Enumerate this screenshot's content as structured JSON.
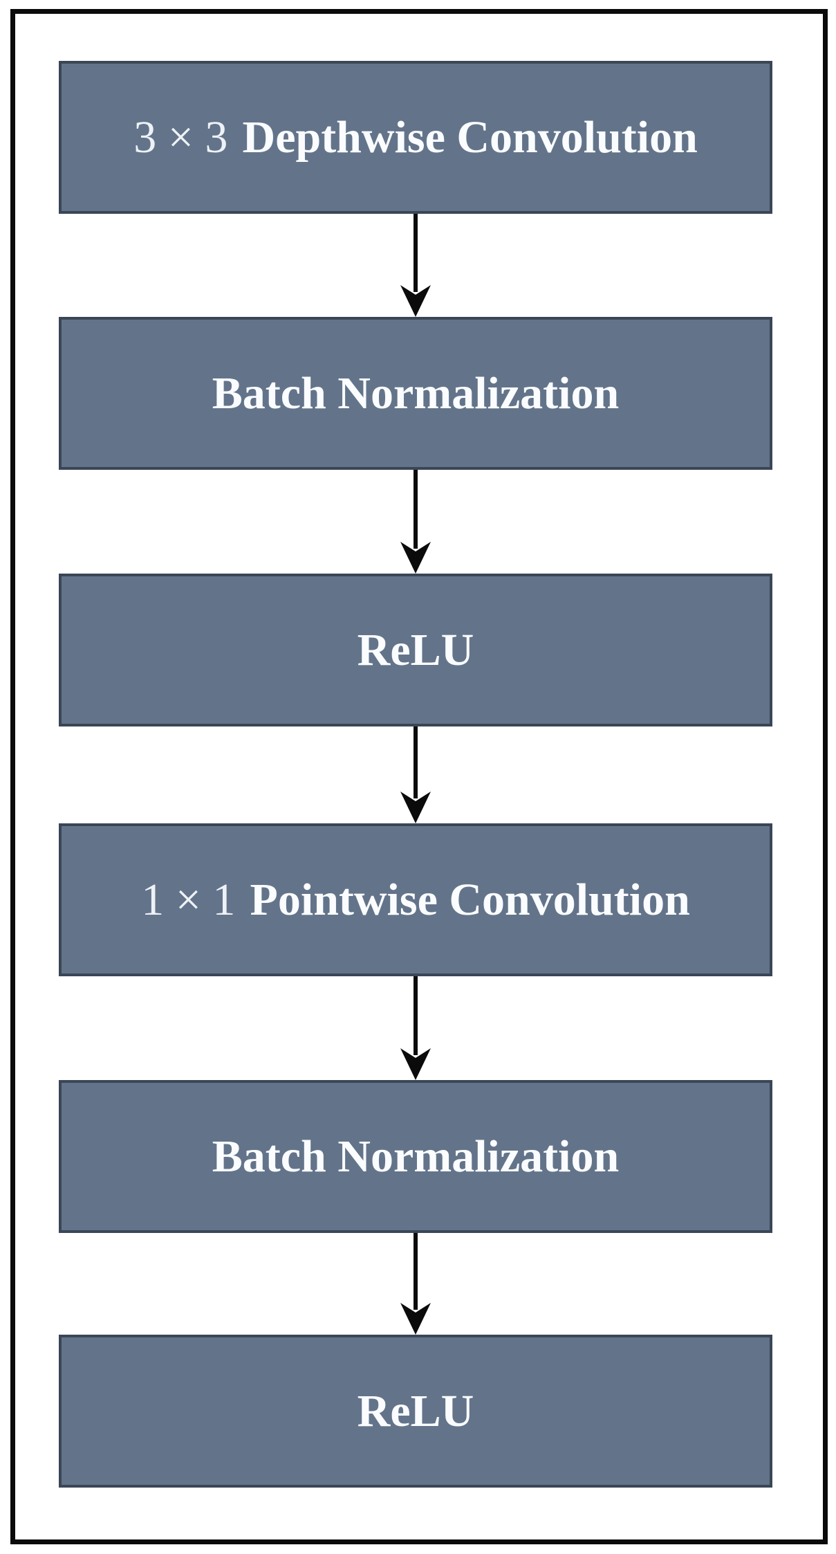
{
  "diagram": {
    "type": "flowchart",
    "direction": "top-to-bottom",
    "nodes": [
      {
        "id": "depthwise-conv",
        "prefix": "3 × 3",
        "label": "Depthwise Convolution"
      },
      {
        "id": "batch-norm-1",
        "prefix": "",
        "label": "Batch Normalization"
      },
      {
        "id": "relu-1",
        "prefix": "",
        "label": "ReLU"
      },
      {
        "id": "pointwise-conv",
        "prefix": "1 × 1",
        "label": "Pointwise Convolution"
      },
      {
        "id": "batch-norm-2",
        "prefix": "",
        "label": "Batch Normalization"
      },
      {
        "id": "relu-2",
        "prefix": "",
        "label": "ReLU"
      }
    ],
    "edges": [
      {
        "from": "depthwise-conv",
        "to": "batch-norm-1",
        "style": "arrow-down"
      },
      {
        "from": "batch-norm-1",
        "to": "relu-1",
        "style": "arrow-down"
      },
      {
        "from": "relu-1",
        "to": "pointwise-conv",
        "style": "arrow-down"
      },
      {
        "from": "pointwise-conv",
        "to": "batch-norm-2",
        "style": "arrow-down"
      },
      {
        "from": "batch-norm-2",
        "to": "relu-2",
        "style": "arrow-down"
      }
    ]
  },
  "colors": {
    "node_fill": "#63748a",
    "node_border": "#3a4656",
    "node_text": "#fafcff",
    "frame_border": "#0b0b0b",
    "arrow": "#0b0b0b",
    "background": "#ffffff"
  }
}
